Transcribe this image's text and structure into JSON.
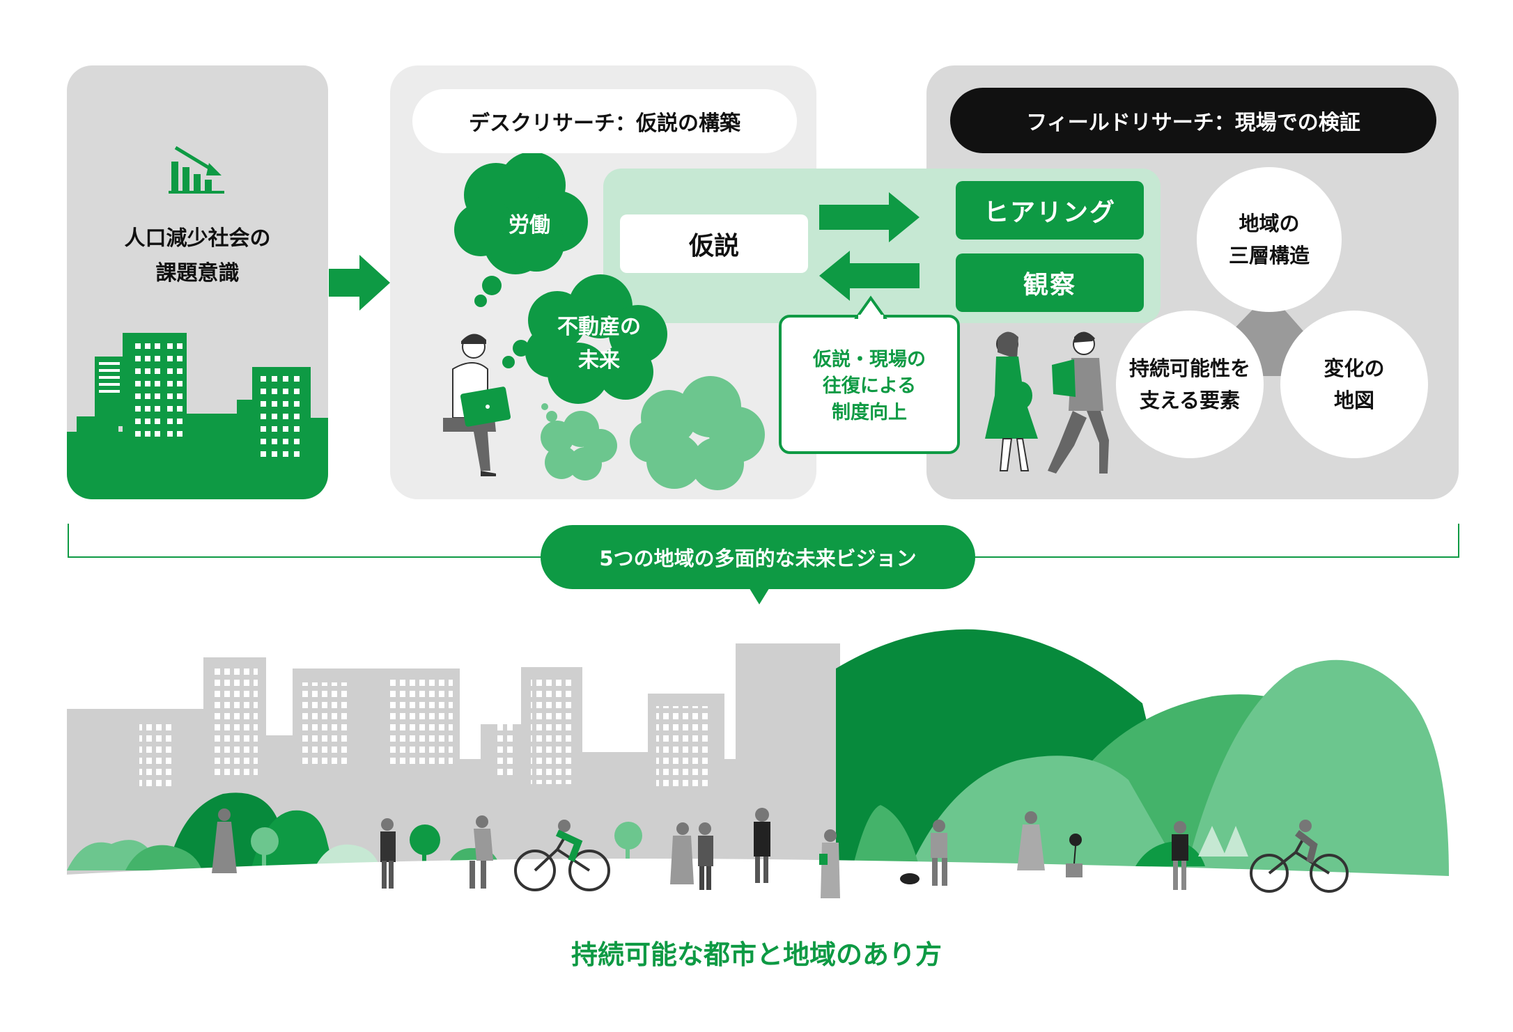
{
  "colors": {
    "green_dark": "#078a3c",
    "green": "#0e9a44",
    "green_mid": "#44b36a",
    "green_light": "#6cc68e",
    "green_pale": "#c6e8d3",
    "gray_panel": "#d9d9d9",
    "gray_panel_light": "#ececec",
    "gray_building": "#cfcfcf",
    "black": "#111111"
  },
  "panel1": {
    "icon": "declining-bar-chart-icon",
    "title": "人口減少社会の\n課題意識"
  },
  "desk_research": {
    "header": "デスクリサーチ：仮説の構築",
    "cloud_labor": "労働",
    "cloud_realestate": "不動産の\n未来",
    "hypothesis": "仮説"
  },
  "field_research": {
    "header": "フィールドリサーチ：現場での検証",
    "hearing": "ヒアリング",
    "observation": "観察",
    "circle_top": "地域の\n三層構造",
    "circle_left": "持続可能性を\n支える要素",
    "circle_right": "変化の\n地図"
  },
  "loop_callout": "仮説・現場の\n往復による\n制度向上",
  "vision_pill": "5つの地域の多面的な未来ビジョン",
  "bottom_caption": "持続可能な都市と地域のあり方"
}
